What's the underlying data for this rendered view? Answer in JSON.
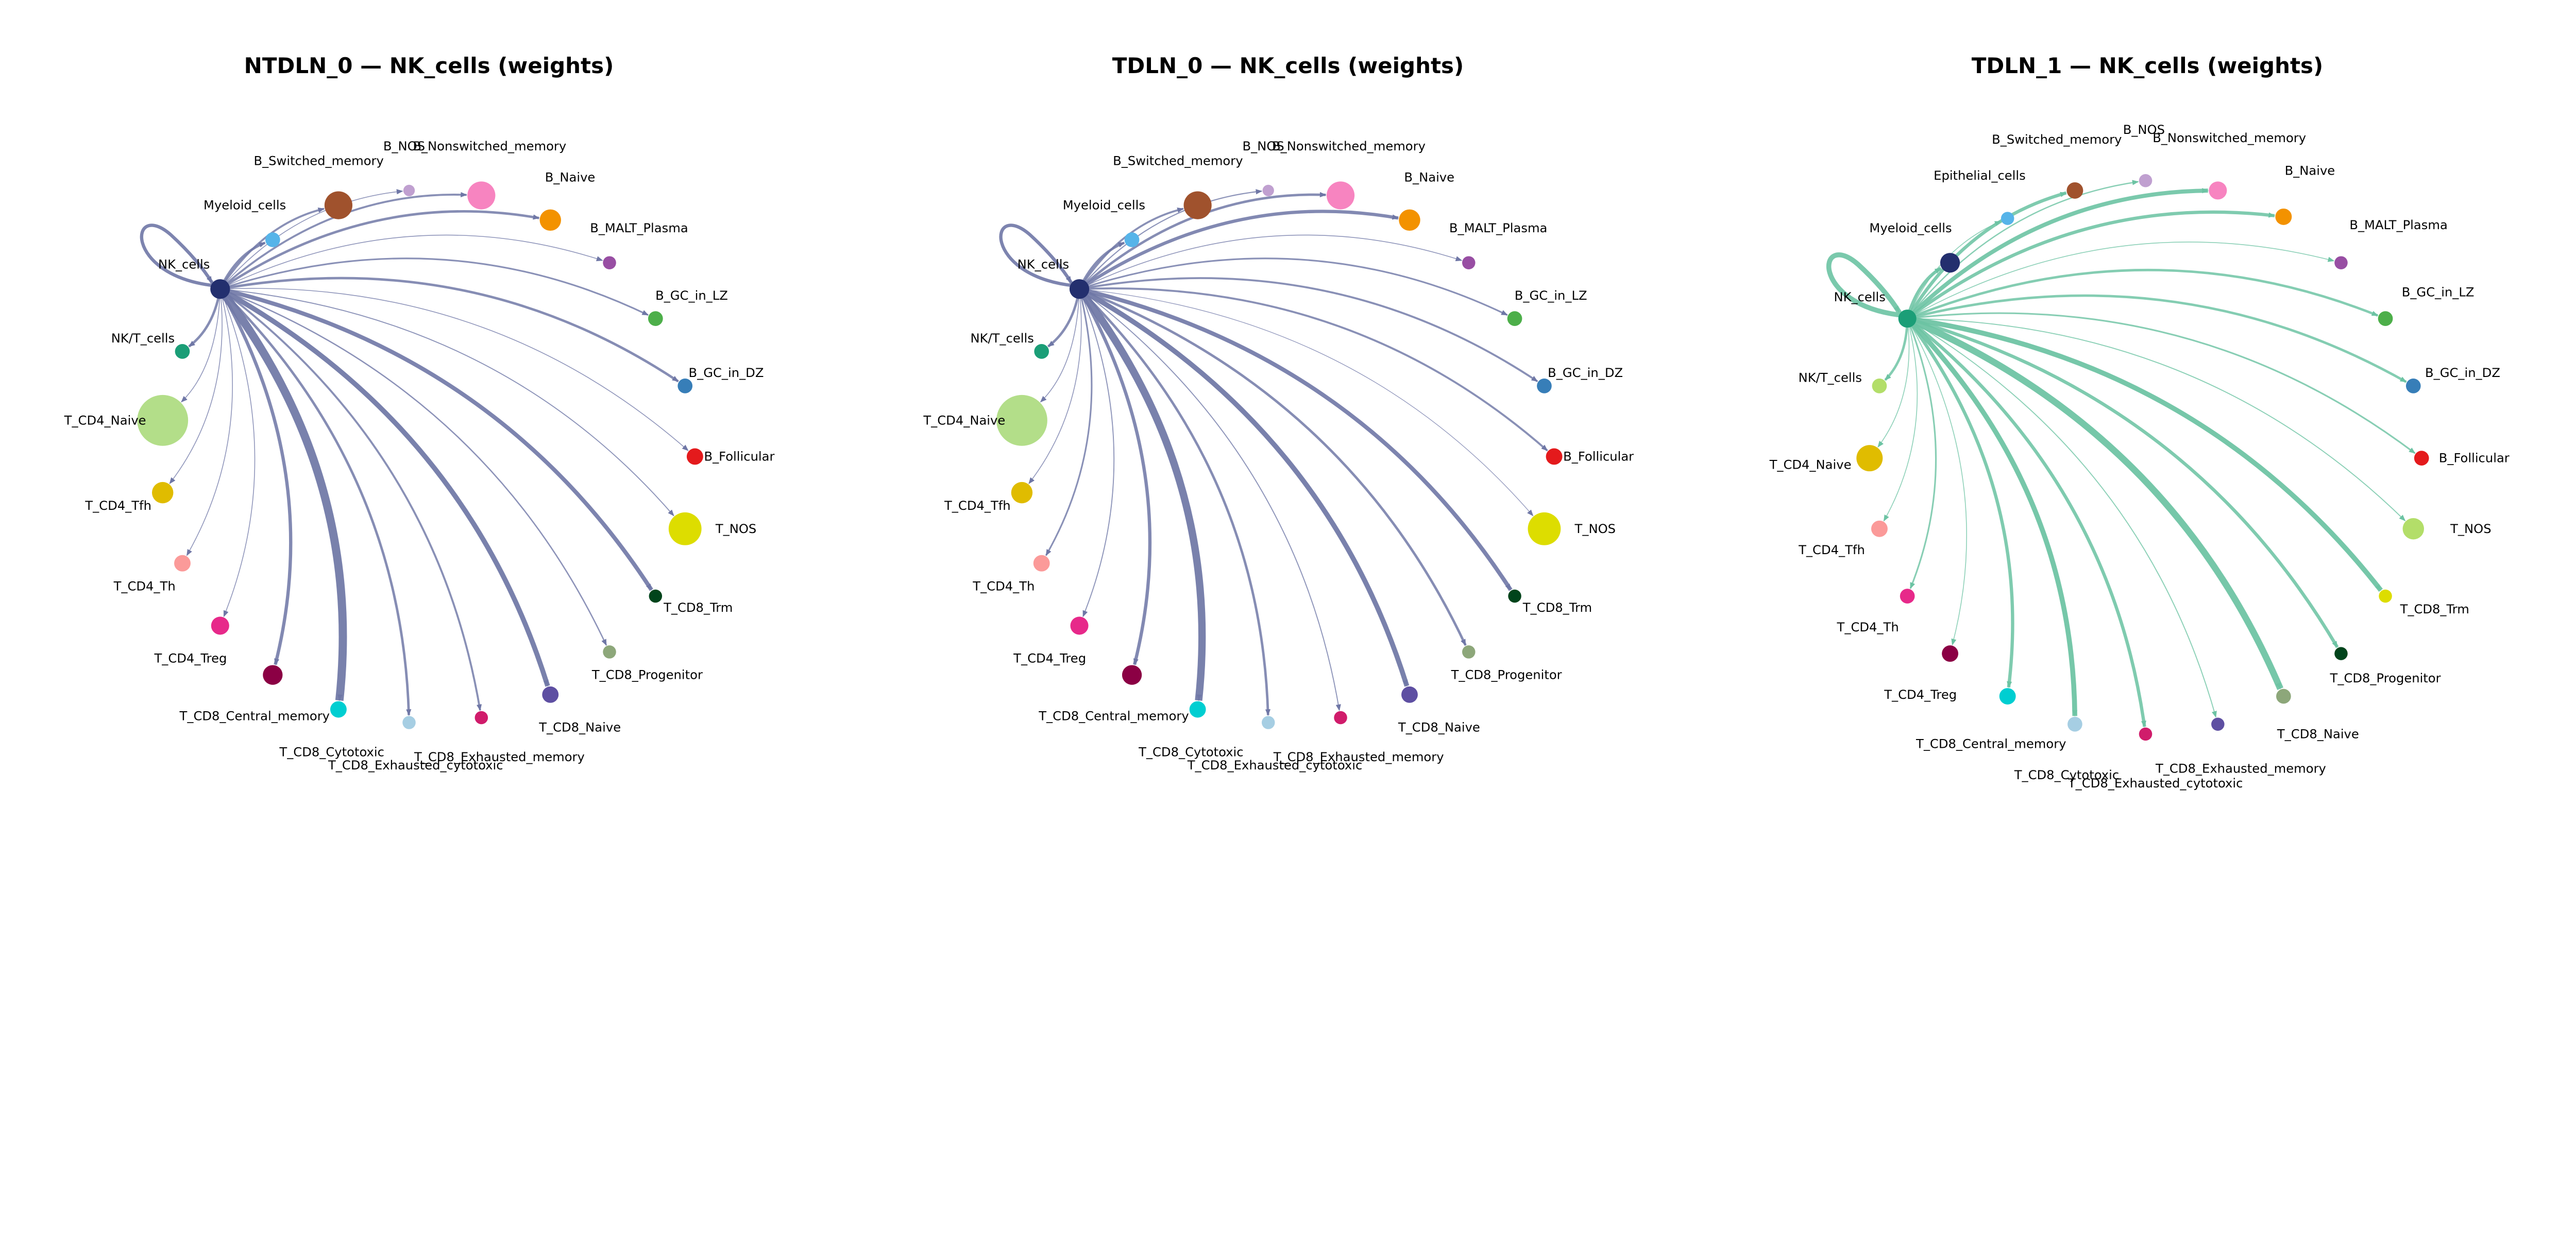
{
  "panels": [
    {
      "title": "NTDLN_0 — NK_cells (weights)",
      "edge_color": "#6f77a6",
      "source": {
        "label": "NK_cells",
        "color": "#232f6e",
        "self_weight": 2
      },
      "nodes": [
        {
          "label": "Myeloid_cells",
          "color": "#56b4e9",
          "weight": 1.5
        },
        {
          "label": "B_Switched_memory",
          "color": "#a0522d",
          "weight": 1.2
        },
        {
          "label": "B_NOS",
          "color": "#c0a0d0",
          "weight": 0.5
        },
        {
          "label": "B_Nonswitched_memory",
          "color": "#f784c0",
          "weight": 1.2
        },
        {
          "label": "B_Naive",
          "color": "#f39200",
          "weight": 1.5
        },
        {
          "label": "B_MALT_Plasma",
          "color": "#984ea3",
          "weight": 0.5
        },
        {
          "label": "B_GC_in_LZ",
          "color": "#4daf4a",
          "weight": 1.0
        },
        {
          "label": "B_GC_in_DZ",
          "color": "#377eb8",
          "weight": 1.5
        },
        {
          "label": "B_Follicular",
          "color": "#e41a1c",
          "weight": 0.5
        },
        {
          "label": "T_NOS",
          "color": "#dddd00",
          "weight": 0.6
        },
        {
          "label": "T_CD8_Trm",
          "color": "#00441b",
          "weight": 2.5
        },
        {
          "label": "T_CD8_Progenitor",
          "color": "#8da77a",
          "weight": 0.8
        },
        {
          "label": "T_CD8_Naive",
          "color": "#5e4fa2",
          "weight": 3.0
        },
        {
          "label": "T_CD8_Exhausted_memory",
          "color": "#d01c6b",
          "weight": 1.2
        },
        {
          "label": "T_CD8_Exhausted_cytotoxic",
          "color": "#a6cee3",
          "weight": 1.5
        },
        {
          "label": "T_CD8_Cytotoxic",
          "color": "#00ced1",
          "weight": 5.0
        },
        {
          "label": "T_CD8_Central_memory",
          "color": "#8b0044",
          "weight": 2.0
        },
        {
          "label": "T_CD4_Treg",
          "color": "#e7298a",
          "weight": 0.5
        },
        {
          "label": "T_CD4_Th",
          "color": "#fb9a99",
          "weight": 0.5
        },
        {
          "label": "T_CD4_Tfh",
          "color": "#e0bc00",
          "weight": 0.5
        },
        {
          "label": "T_CD4_Naive",
          "color": "#b3de89",
          "weight": 0.5
        },
        {
          "label": "NK/T_cells",
          "color": "#1b9e77",
          "weight": 1.5
        }
      ]
    },
    {
      "title": "TDLN_0 — NK_cells (weights)",
      "edge_color": "#6f77a6",
      "source": {
        "label": "NK_cells",
        "color": "#232f6e",
        "self_weight": 2
      },
      "nodes": [
        {
          "label": "Myeloid_cells",
          "color": "#56b4e9",
          "weight": 1.5
        },
        {
          "label": "B_Switched_memory",
          "color": "#a0522d",
          "weight": 1.2
        },
        {
          "label": "B_NOS",
          "color": "#c0a0d0",
          "weight": 0.7
        },
        {
          "label": "B_Nonswitched_memory",
          "color": "#f784c0",
          "weight": 1.5
        },
        {
          "label": "B_Naive",
          "color": "#f39200",
          "weight": 2.0
        },
        {
          "label": "B_MALT_Plasma",
          "color": "#984ea3",
          "weight": 0.5
        },
        {
          "label": "B_GC_in_LZ",
          "color": "#4daf4a",
          "weight": 1.0
        },
        {
          "label": "B_GC_in_DZ",
          "color": "#377eb8",
          "weight": 1.2
        },
        {
          "label": "B_Follicular",
          "color": "#e41a1c",
          "weight": 1.2
        },
        {
          "label": "T_NOS",
          "color": "#dddd00",
          "weight": 0.4
        },
        {
          "label": "T_CD8_Trm",
          "color": "#00441b",
          "weight": 2.5
        },
        {
          "label": "T_CD8_Progenitor",
          "color": "#8da77a",
          "weight": 1.5
        },
        {
          "label": "T_CD8_Naive",
          "color": "#5e4fa2",
          "weight": 3.0
        },
        {
          "label": "T_CD8_Exhausted_memory",
          "color": "#d01c6b",
          "weight": 0.6
        },
        {
          "label": "T_CD8_Exhausted_cytotoxic",
          "color": "#a6cee3",
          "weight": 1.5
        },
        {
          "label": "T_CD8_Cytotoxic",
          "color": "#00ced1",
          "weight": 4.5
        },
        {
          "label": "T_CD8_Central_memory",
          "color": "#8b0044",
          "weight": 2.0
        },
        {
          "label": "T_CD4_Treg",
          "color": "#e7298a",
          "weight": 0.6
        },
        {
          "label": "T_CD4_Th",
          "color": "#fb9a99",
          "weight": 1.0
        },
        {
          "label": "T_CD4_Tfh",
          "color": "#e0bc00",
          "weight": 0.5
        },
        {
          "label": "T_CD4_Naive",
          "color": "#b3de89",
          "weight": 0.5
        },
        {
          "label": "NK/T_cells",
          "color": "#1b9e77",
          "weight": 1.5
        }
      ]
    },
    {
      "title": "TDLN_1 — NK_cells (weights)",
      "edge_color": "#6cc3a3",
      "source": {
        "label": "NK_cells",
        "color": "#1b9e77",
        "self_weight": 3
      },
      "nodes": [
        {
          "label": "Myeloid_cells",
          "color": "#232f6e",
          "weight": 2.0
        },
        {
          "label": "Epithelial_cells",
          "color": "#56b4e9",
          "weight": 0.5
        },
        {
          "label": "B_Switched_memory",
          "color": "#a0522d",
          "weight": 2.0
        },
        {
          "label": "B_NOS",
          "color": "#c0a0d0",
          "weight": 0.8
        },
        {
          "label": "B_Nonswitched_memory",
          "color": "#f784c0",
          "weight": 2.5
        },
        {
          "label": "B_Naive",
          "color": "#f39200",
          "weight": 2.0
        },
        {
          "label": "B_MALT_Plasma",
          "color": "#984ea3",
          "weight": 0.5
        },
        {
          "label": "B_GC_in_LZ",
          "color": "#4daf4a",
          "weight": 1.5
        },
        {
          "label": "B_GC_in_DZ",
          "color": "#377eb8",
          "weight": 1.5
        },
        {
          "label": "B_Follicular",
          "color": "#e41a1c",
          "weight": 1.0
        },
        {
          "label": "T_NOS",
          "color": "#b3de69",
          "weight": 0.6
        },
        {
          "label": "T_CD8_Trm",
          "color": "#dddd00",
          "weight": 3.0
        },
        {
          "label": "T_CD8_Progenitor",
          "color": "#00441b",
          "weight": 2.0
        },
        {
          "label": "T_CD8_Naive",
          "color": "#8da77a",
          "weight": 4.0
        },
        {
          "label": "T_CD8_Exhausted_memory",
          "color": "#5e4fa2",
          "weight": 0.6
        },
        {
          "label": "T_CD8_Exhausted_cytotoxic",
          "color": "#d01c6b",
          "weight": 2.0
        },
        {
          "label": "T_CD8_Cytotoxic",
          "color": "#a6cee3",
          "weight": 3.0
        },
        {
          "label": "T_CD8_Central_memory",
          "color": "#00ced1",
          "weight": 2.0
        },
        {
          "label": "T_CD4_Treg",
          "color": "#8b0044",
          "weight": 0.5
        },
        {
          "label": "T_CD4_Th",
          "color": "#e7298a",
          "weight": 1.0
        },
        {
          "label": "T_CD4_Tfh",
          "color": "#fb9a99",
          "weight": 0.5
        },
        {
          "label": "T_CD4_Naive",
          "color": "#e0bc00",
          "weight": 0.5
        },
        {
          "label": "NK/T_cells",
          "color": "#b3de69",
          "weight": 1.5
        }
      ]
    }
  ]
}
